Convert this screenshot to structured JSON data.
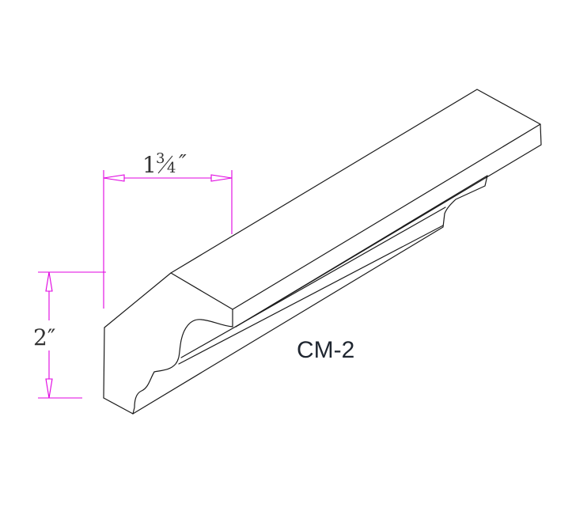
{
  "drawing": {
    "part_label": "CM-2",
    "width_dimension": {
      "whole": "1",
      "numerator": "3",
      "denominator": "4",
      "unit": "″",
      "full_text": "1 3/4″"
    },
    "height_dimension": {
      "value": "2″"
    },
    "colors": {
      "outline": "#1a1a1a",
      "dimension": "#e000e0",
      "label": "#1f2630"
    }
  }
}
